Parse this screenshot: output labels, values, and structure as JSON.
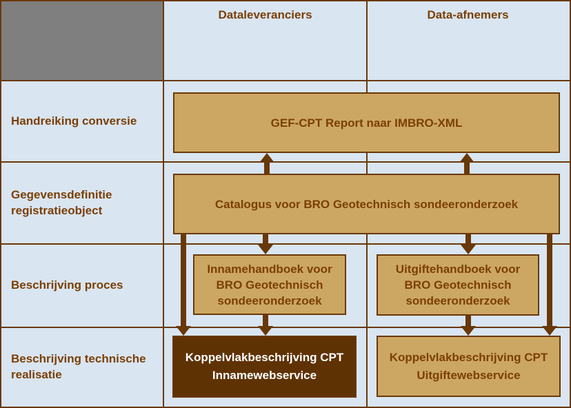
{
  "table": {
    "column_headers": [
      {
        "label": "Dataleveranciers"
      },
      {
        "label": "Data-afnemers"
      }
    ],
    "row_headers": [
      {
        "label": "Handreiking conversie"
      },
      {
        "label": "Gegevensdefinitie registratieobject"
      },
      {
        "label": "Beschrijving proces"
      },
      {
        "label": "Beschrijving technische realisatie"
      }
    ]
  },
  "boxes": {
    "handreiking": {
      "label": "GEF-CPT Report naar IMBRO-XML"
    },
    "catalogus": {
      "label": "Catalogus voor BRO Geotechnisch sondeeronderzoek"
    },
    "innamehandboek": {
      "label": "Innamehandboek voor BRO Geotechnisch sondeeronderzoek"
    },
    "uitgiftehandboek": {
      "label": "Uitgiftehandboek voor BRO Geotechnisch sondeeronderzoek"
    },
    "koppelvlak_inname": {
      "label": "Koppelvlakbeschrijving CPT Innamewebservice"
    },
    "koppelvlak_uitgifte": {
      "label": "Koppelvlakbeschrijving CPT Uitgiftewebservice"
    }
  },
  "colors": {
    "background": "#D9E5F1",
    "corner_cell": "#7F7F7F",
    "box_fill": "#CCA763",
    "box_fill_dark": "#5F3204",
    "line_brown": "#693808",
    "text_brown": "#7B3F04",
    "text_on_dark": "#FFFFFF"
  }
}
